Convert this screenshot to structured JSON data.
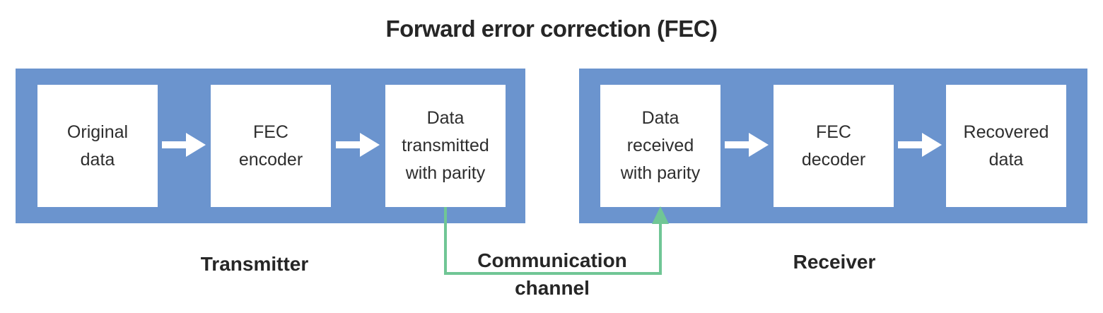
{
  "title": "Forward error correction (FEC)",
  "colors": {
    "container_blue": "#6b94ce",
    "channel_green": "#70c695",
    "text_dark": "#262626"
  },
  "transmitter": {
    "label": "Transmitter",
    "boxes": [
      {
        "label": "Original\ndata"
      },
      {
        "label": "FEC\nencoder"
      },
      {
        "label": "Data\ntransmitted\nwith parity"
      }
    ]
  },
  "receiver": {
    "label": "Receiver",
    "boxes": [
      {
        "label": "Data\nreceived\nwith parity"
      },
      {
        "label": "FEC\ndecoder"
      },
      {
        "label": "Recovered\ndata"
      }
    ]
  },
  "channel": {
    "label_line1": "Communication",
    "label_line2": "channel"
  }
}
